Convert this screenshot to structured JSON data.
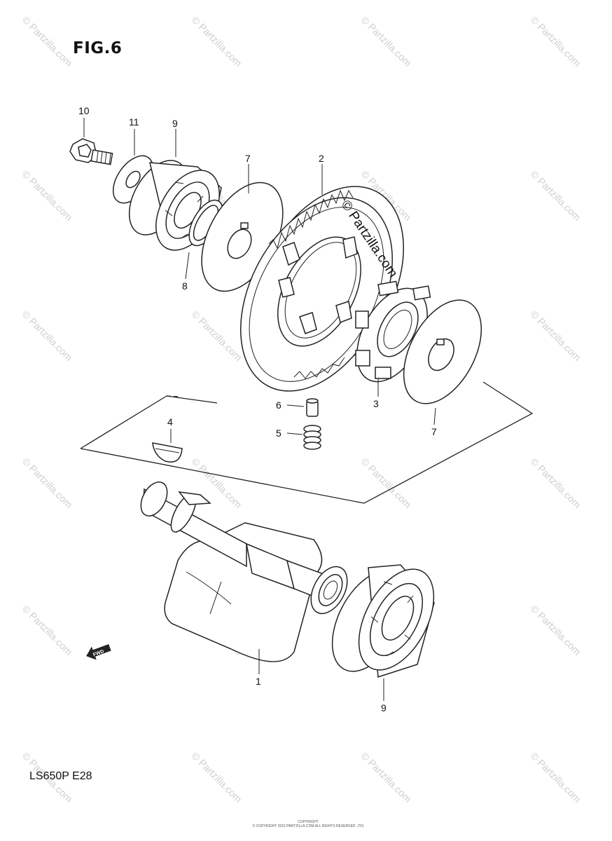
{
  "figure": {
    "title": "FIG.6",
    "model_code": "LS650P  E28",
    "copyright_text": "© Partzilla.com",
    "fine_print": [
      "COPYRIGHT",
      "© COPYRIGHT 2015 PARTZILLA.COM ALL RIGHTS RESERVED. JYS"
    ],
    "watermark_text": "© Partzilla.com",
    "fwd_label": "FWD"
  },
  "callouts": [
    {
      "id": "1",
      "label": "1"
    },
    {
      "id": "2",
      "label": "2"
    },
    {
      "id": "3",
      "label": "3"
    },
    {
      "id": "4",
      "label": "4"
    },
    {
      "id": "5",
      "label": "5"
    },
    {
      "id": "6",
      "label": "6"
    },
    {
      "id": "7a",
      "label": "7"
    },
    {
      "id": "7b",
      "label": "7"
    },
    {
      "id": "8",
      "label": "8"
    },
    {
      "id": "9a",
      "label": "9"
    },
    {
      "id": "9b",
      "label": "9"
    },
    {
      "id": "10",
      "label": "10"
    },
    {
      "id": "11",
      "label": "11"
    }
  ]
}
